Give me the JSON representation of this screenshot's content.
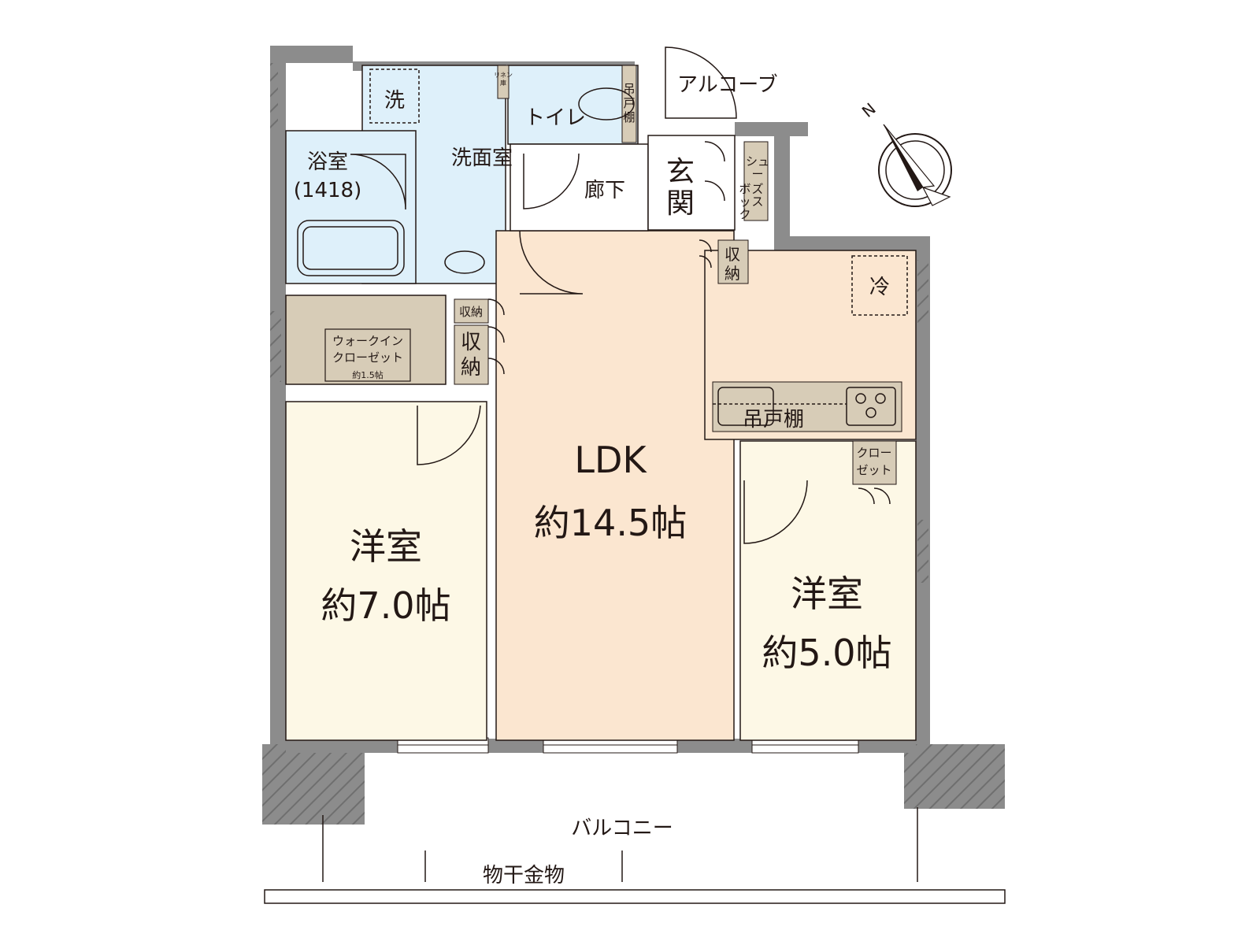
{
  "colors": {
    "wall": "#8c8c8c",
    "wet_area": "#def0fa",
    "ldk": "#fbe6d0",
    "bedroom": "#fdf8e6",
    "storage": "#d7ccb7",
    "outline": "#231815"
  },
  "rooms": {
    "ldk": {
      "name": "LDK",
      "area": "約14.5帖"
    },
    "western_left": {
      "name": "洋室",
      "area": "約7.0帖"
    },
    "western_right": {
      "name": "洋室",
      "area": "約5.0帖"
    },
    "bath": {
      "name": "浴室",
      "size": "(1418)"
    },
    "washroom": "洗面室",
    "washer": "洗",
    "toilet": "トイレ",
    "hallway": "廊下",
    "entrance": "玄関",
    "alcove": "アルコーブ",
    "shoe_box": [
      "シュ",
      "ー",
      "ズ",
      "ボ",
      "ッ",
      "ク",
      "ス"
    ],
    "linen": [
      "リネン",
      "庫"
    ],
    "toilet_shelf": [
      "吊",
      "戸",
      "棚"
    ],
    "storage_small": "収納",
    "storage_left": [
      "収",
      "納"
    ],
    "storage_entry": [
      "収",
      "納"
    ],
    "walk_in": {
      "line1": "ウォークイン",
      "line2": "クローゼット",
      "area": "約1.5帖"
    },
    "fridge": "冷",
    "hanging_cabinet": "吊戸棚",
    "closet": [
      "クロー",
      "ゼット"
    ],
    "balcony": "バルコニー",
    "clothes_rack": "物干金物"
  },
  "compass": {
    "label": "N",
    "icon": "compass-north-icon"
  }
}
